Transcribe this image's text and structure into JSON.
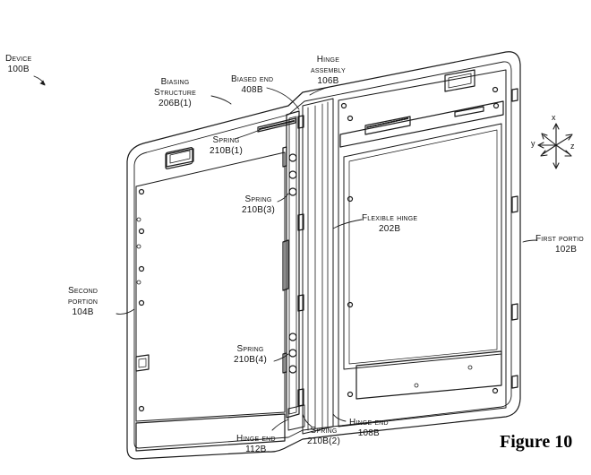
{
  "figure_label": "Figure 10",
  "labels": {
    "device": [
      "Device",
      "100B"
    ],
    "biasing_structure": [
      "Biasing",
      "Structure",
      "206B(1)"
    ],
    "biased_end": [
      "Biased end",
      "408B"
    ],
    "hinge_assembly": [
      "Hinge",
      "assembly",
      "106B"
    ],
    "spring_1": [
      "Spring",
      "210B(1)"
    ],
    "spring_3": [
      "Spring",
      "210B(3)"
    ],
    "flexible_hinge": [
      "Flexible hinge",
      "202B"
    ],
    "first_portion": [
      "First portio",
      "102B"
    ],
    "second_portion": [
      "Second",
      "portion",
      "104B"
    ],
    "spring_4": [
      "Spring",
      "210B(4)"
    ],
    "spring_2": [
      "Spring",
      "210B(2)"
    ],
    "hinge_end_112": [
      "Hinge end",
      "112B"
    ],
    "hinge_end_108": [
      "Hinge end",
      "108B"
    ]
  },
  "axes": {
    "x": "x",
    "y": "y",
    "z": "z"
  },
  "colors": {
    "line": "#1a1a1a",
    "background": "#ffffff"
  }
}
